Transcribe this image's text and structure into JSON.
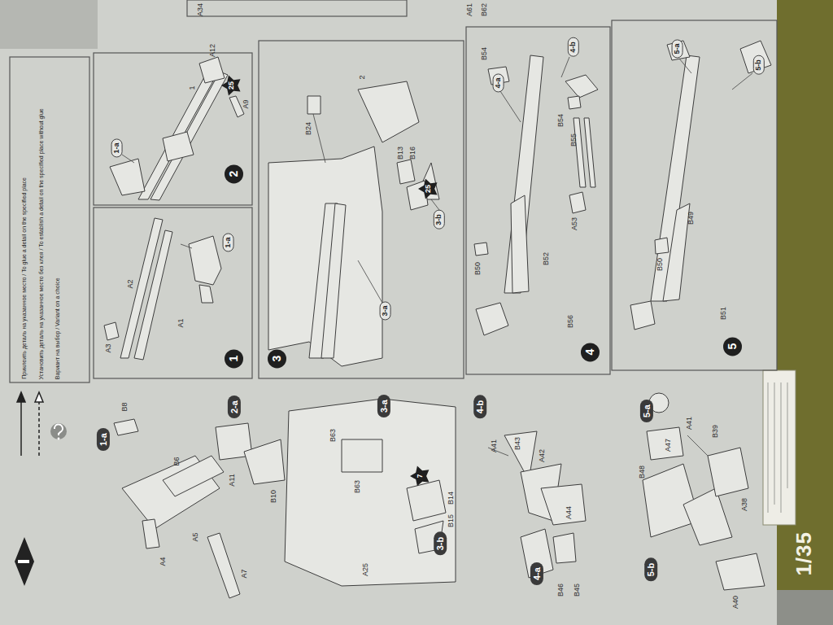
{
  "diagram": {
    "nodes": [
      {
        "text": [
          "1"
        ]
      },
      {
        "text": [
          "1-a"
        ]
      },
      {
        "text": [
          "2"
        ]
      },
      {
        "text": [
          "1-a"
        ]
      },
      {
        "text": [
          "25"
        ]
      },
      {
        "text": [
          "3"
        ]
      },
      {
        "text": [
          "25"
        ]
      },
      {
        "text": [
          "3-b"
        ]
      },
      {
        "text": [
          "3-a"
        ]
      },
      {
        "text": [
          "4"
        ]
      },
      {
        "text": [
          "4-a"
        ]
      },
      {
        "text": [
          "4-b"
        ]
      },
      {
        "text": [
          "5"
        ]
      },
      {
        "text": [
          "5-a"
        ]
      },
      {
        "text": [
          "5-b"
        ]
      },
      {
        "text": [
          "1-a"
        ]
      },
      {
        "text": [
          "2-a"
        ]
      },
      {
        "text": [
          "3-a"
        ]
      },
      {
        "text": [
          "7"
        ]
      },
      {
        "text": [
          "3-b"
        ]
      },
      {
        "text": [
          "4-b"
        ]
      },
      {
        "text": [
          "4-a"
        ]
      },
      {
        "text": [
          "5-a"
        ]
      },
      {
        "text": [
          "5-b"
        ]
      }
    ],
    "labels": [
      "A34",
      "A61",
      "B62",
      "A3",
      "A2",
      "A1",
      "1",
      "A12",
      "A9",
      "2",
      "B24",
      "B13",
      "B16",
      "B54",
      "B54",
      "B55",
      "A53",
      "B50",
      "B52",
      "B56",
      "B50",
      "B49",
      "B51",
      "B8",
      "B6",
      "A4",
      "A5",
      "A7",
      "A11",
      "B10",
      "B63",
      "B63",
      "A25",
      "B14",
      "B15",
      "A41",
      "B43",
      "A42",
      "A44",
      "B46",
      "B45",
      "A47",
      "B48",
      "A41",
      "B39",
      "A38",
      "A40",
      "1/35"
    ],
    "legend": [
      {
        "text": "Приклеить деталь на указанное место / To glue a detail on the specified place"
      },
      {
        "text": "Установить деталь на указанное место без клея / To establish a detail on the specified place without glue"
      },
      {
        "text": "Вариант на выбор / Variant on a choice"
      }
    ]
  }
}
